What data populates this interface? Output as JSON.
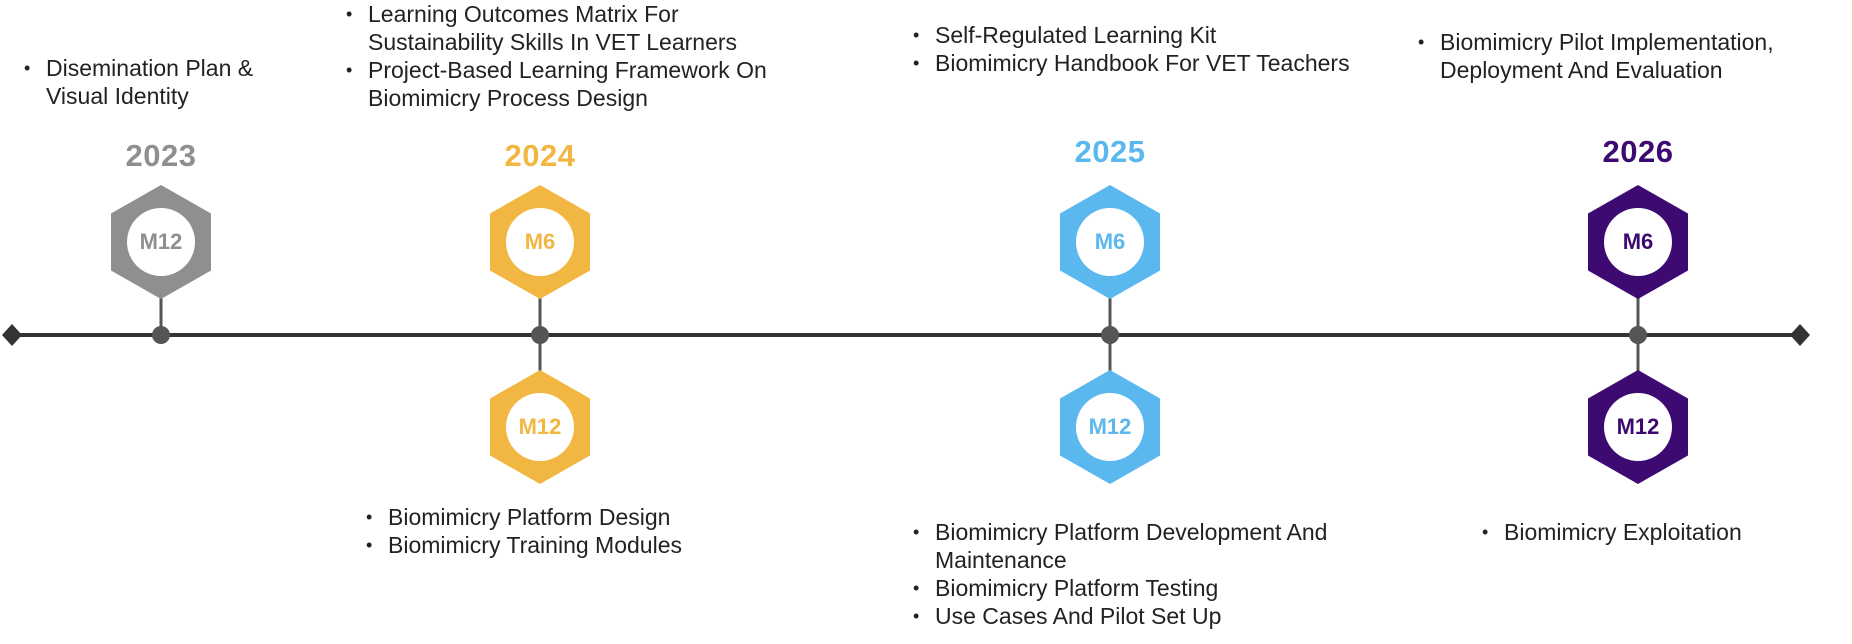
{
  "colors": {
    "axis": "#333333",
    "stem": "#555555",
    "y2023": "#8f8f8f",
    "y2024": "#f2b742",
    "y2025": "#5bb8ef",
    "y2026": "#3d0a72"
  },
  "years": [
    {
      "year": "2023",
      "color_key": "y2023",
      "above": {
        "milestone": "M12",
        "notes": [
          "Disemination Plan & Visual Identity"
        ]
      },
      "below": null
    },
    {
      "year": "2024",
      "color_key": "y2024",
      "above": {
        "milestone": "M6",
        "notes": [
          "Learning Outcomes Matrix For Sustainability Skills In VET Learners",
          "Project-Based Learning Framework On Biomimicry Process Design"
        ]
      },
      "below": {
        "milestone": "M12",
        "notes": [
          "Biomimicry Platform Design",
          "Biomimicry Training Modules"
        ]
      }
    },
    {
      "year": "2025",
      "color_key": "y2025",
      "above": {
        "milestone": "M6",
        "notes": [
          "Self-Regulated Learning Kit",
          "Biomimicry Handbook For VET Teachers"
        ]
      },
      "below": {
        "milestone": "M12",
        "notes": [
          "Biomimicry Platform Development And Maintenance",
          "Biomimicry Platform Testing",
          "Use Cases And Pilot Set Up"
        ]
      }
    },
    {
      "year": "2026",
      "color_key": "y2026",
      "above": {
        "milestone": "M6",
        "notes": [
          "Biomimicry Pilot Implementation, Deployment And Evaluation"
        ]
      },
      "below": {
        "milestone": "M12",
        "notes": [
          "Biomimicry Exploitation"
        ]
      }
    }
  ]
}
